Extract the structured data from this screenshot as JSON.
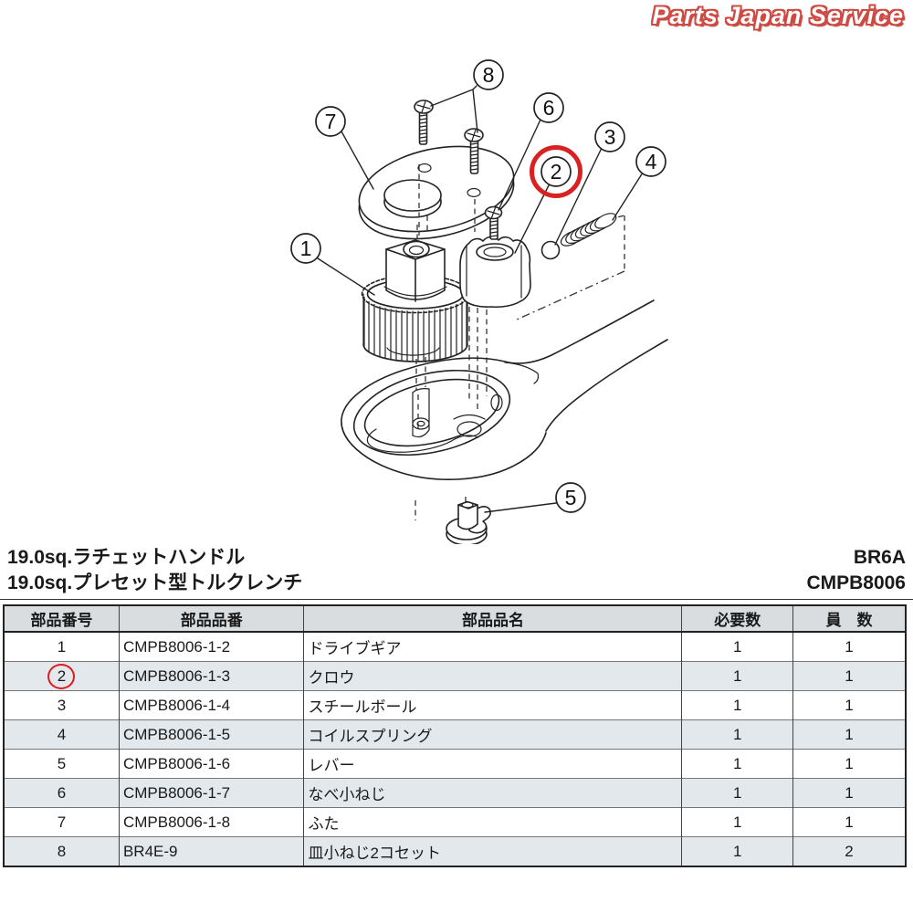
{
  "logo": {
    "text": "Parts Japan Service",
    "color": "#cf4a42"
  },
  "products": [
    {
      "title": "19.0sq.ラチェットハンドル",
      "code": "BR6A"
    },
    {
      "title": "19.0sq.プレセット型トルクレンチ",
      "code": "CMPB8006"
    }
  ],
  "diagram": {
    "callout_numbers": [
      "1",
      "2",
      "3",
      "4",
      "5",
      "6",
      "7",
      "8"
    ],
    "highlighted_callout": "2",
    "accent_color": "#d92121"
  },
  "table": {
    "headers": [
      "部品番号",
      "部品品番",
      "部品品名",
      "必要数",
      "員　数"
    ],
    "rows": [
      {
        "no": "1",
        "part_no": "CMPB8006-1-2",
        "name": "ドライブギア",
        "required": "1",
        "qty": "1",
        "highlight": false
      },
      {
        "no": "2",
        "part_no": "CMPB8006-1-3",
        "name": "クロウ",
        "required": "1",
        "qty": "1",
        "highlight": true
      },
      {
        "no": "3",
        "part_no": "CMPB8006-1-4",
        "name": "スチールボール",
        "required": "1",
        "qty": "1",
        "highlight": false
      },
      {
        "no": "4",
        "part_no": "CMPB8006-1-5",
        "name": "コイルスプリング",
        "required": "1",
        "qty": "1",
        "highlight": false
      },
      {
        "no": "5",
        "part_no": "CMPB8006-1-6",
        "name": "レバー",
        "required": "1",
        "qty": "1",
        "highlight": false
      },
      {
        "no": "6",
        "part_no": "CMPB8006-1-7",
        "name": "なべ小ねじ",
        "required": "1",
        "qty": "1",
        "highlight": false
      },
      {
        "no": "7",
        "part_no": "CMPB8006-1-8",
        "name": "ふた",
        "required": "1",
        "qty": "1",
        "highlight": false
      },
      {
        "no": "8",
        "part_no": "BR4E-9",
        "name": "皿小ねじ2コセット",
        "required": "1",
        "qty": "2",
        "highlight": false
      }
    ]
  }
}
